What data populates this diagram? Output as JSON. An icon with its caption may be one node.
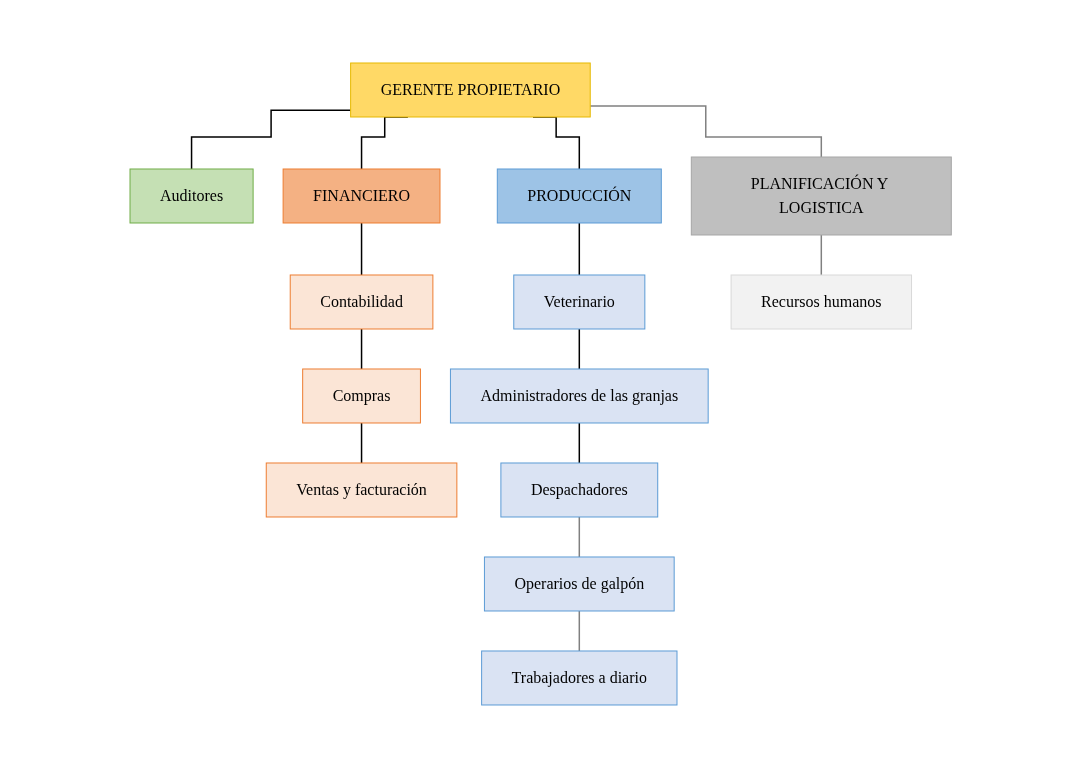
{
  "diagram": {
    "nodes": [
      {
        "text": [
          "GERENTE PROPIETARIO"
        ]
      },
      {
        "text": [
          "Auditores"
        ]
      },
      {
        "text": [
          "FINANCIERO"
        ]
      },
      {
        "text": [
          "PRODUCCIÓN"
        ]
      },
      {
        "text": [
          "PLANIFICACIÓN Y LOGISTICA"
        ]
      },
      {
        "text": [
          "Contabilidad"
        ]
      },
      {
        "text": [
          "Compras"
        ]
      },
      {
        "text": [
          "Ventas y facturación"
        ]
      },
      {
        "text": [
          "Veterinario"
        ]
      },
      {
        "text": [
          "Administradores de las granjas"
        ]
      },
      {
        "text": [
          "Despachadores"
        ]
      },
      {
        "text": [
          "Operarios de galpón"
        ]
      },
      {
        "text": [
          "Trabajadores a diario"
        ]
      },
      {
        "text": [
          "Recursos humanos"
        ]
      }
    ],
    "edges": [
      {
        "from": 0,
        "to": 1,
        "arrow": "none"
      },
      {
        "from": 0,
        "to": 2,
        "arrow": "none"
      },
      {
        "from": 0,
        "to": 3,
        "arrow": "none"
      },
      {
        "from": 0,
        "to": 4,
        "arrow": "none",
        "color": "#808080"
      },
      {
        "from": 2,
        "to": 5,
        "arrow": "none"
      },
      {
        "from": 5,
        "to": 6,
        "arrow": "none"
      },
      {
        "from": 6,
        "to": 7,
        "arrow": "none"
      },
      {
        "from": 3,
        "to": 8,
        "arrow": "none"
      },
      {
        "from": 8,
        "to": 9,
        "arrow": "none"
      },
      {
        "from": 9,
        "to": 10,
        "arrow": "none"
      },
      {
        "from": 10,
        "to": 11,
        "arrow": "none",
        "color": "#808080"
      },
      {
        "from": 11,
        "to": 12,
        "arrow": "none",
        "color": "#808080"
      },
      {
        "from": 4,
        "to": 13,
        "arrow": "none",
        "color": "#808080"
      }
    ]
  }
}
